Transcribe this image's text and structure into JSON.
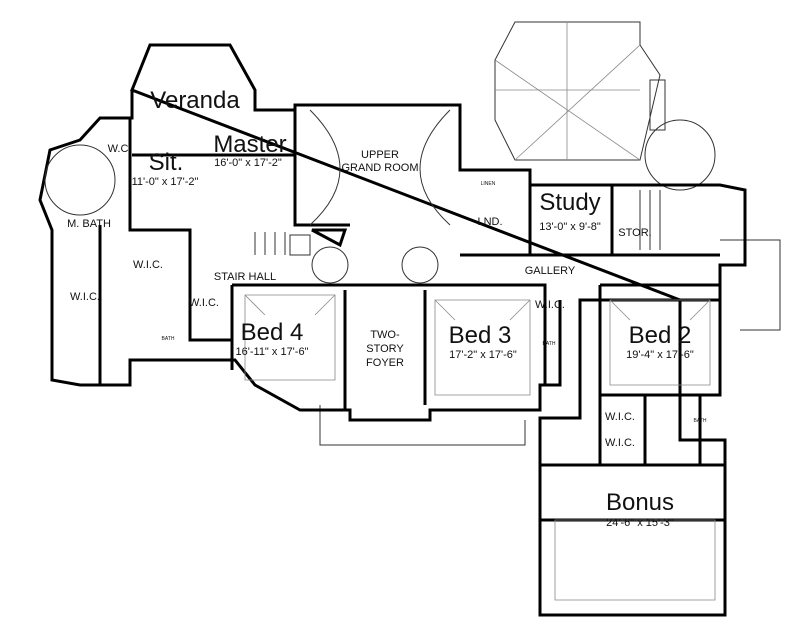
{
  "rooms": {
    "veranda": {
      "name": "Veranda"
    },
    "wc": {
      "name": "W.C"
    },
    "master": {
      "name": "Master",
      "size": "16'-0\" x 17'-2\""
    },
    "sitting": {
      "name": "Sit.",
      "size": "11'-0\" x 17'-2\""
    },
    "master_bath": {
      "name": "M. BATH"
    },
    "wic_master_1": {
      "name": "W.I.C."
    },
    "wic_master_2": {
      "name": "W.I.C."
    },
    "stair_hall": {
      "name": "STAIR HALL"
    },
    "upper_grand_room": {
      "name_line1": "UPPER",
      "name_line2": "GRAND ROOM"
    },
    "laundry": {
      "name": "LND.",
      "linen": "LINEN"
    },
    "study": {
      "name": "Study",
      "size": "13'-0\" x 9'-8\""
    },
    "storage": {
      "name": "STOR."
    },
    "gallery": {
      "name": "GALLERY"
    },
    "wic_bed4": {
      "name": "W.I.C.",
      "bath": "BATH"
    },
    "bed4": {
      "name": "Bed 4",
      "size": "16'-11\" x 17'-6\""
    },
    "foyer": {
      "name_line1": "TWO-",
      "name_line2": "STORY",
      "name_line3": "FOYER"
    },
    "bed3": {
      "name": "Bed 3",
      "size": "17'-2\" x 17'-6\""
    },
    "wic_bed3": {
      "name": "W.I.C.",
      "bath": "BATH"
    },
    "bed2": {
      "name": "Bed 2",
      "size": "19'-4\" x 17'-6\""
    },
    "wic_bed2_1": {
      "name": "W.I.C."
    },
    "wic_bed2_2": {
      "name": "W.I.C."
    },
    "bath_bed2": {
      "name": "BATH"
    },
    "bonus": {
      "name": "Bonus",
      "size": "24'-6\" x 15'-3\""
    }
  },
  "colors": {
    "walls": "#000000",
    "background": "#ffffff"
  }
}
